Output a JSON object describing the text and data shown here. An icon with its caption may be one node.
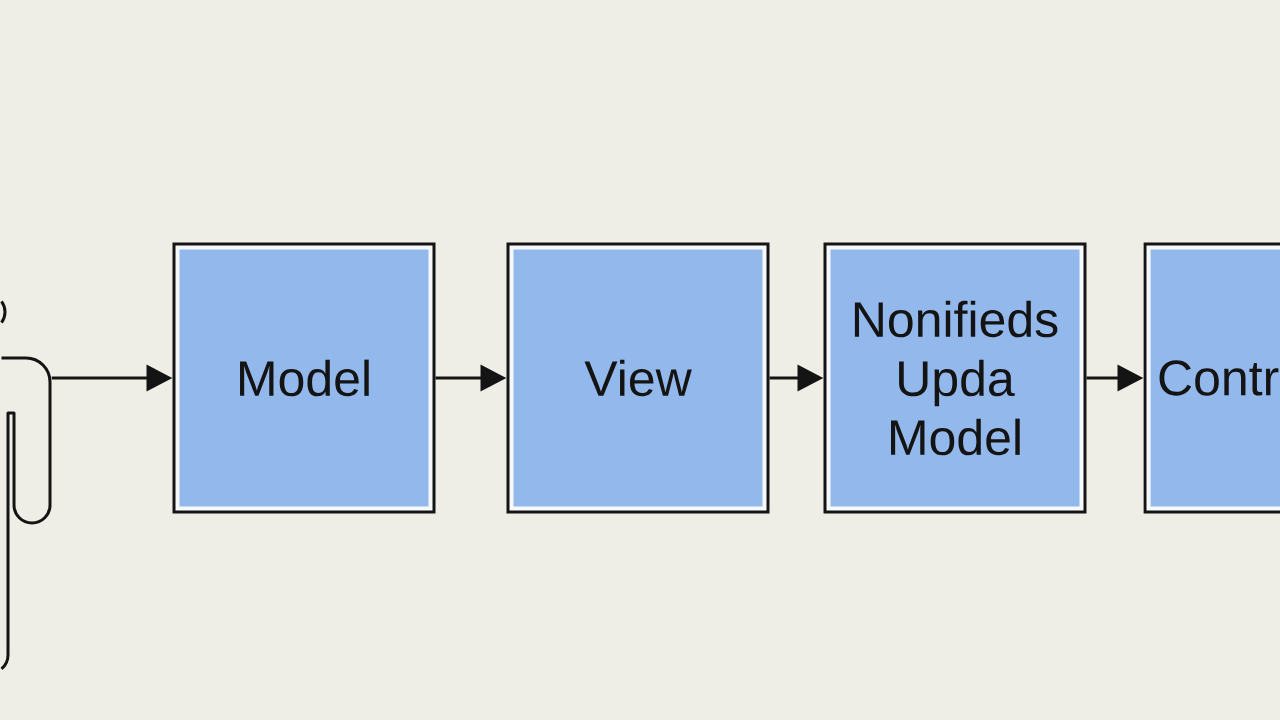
{
  "diagram": {
    "nodes": [
      {
        "text": [],
        "shape": "person"
      },
      {
        "text": [
          "Model"
        ]
      },
      {
        "text": [
          "View"
        ]
      },
      {
        "text": [
          "Nonifieds Upda Model"
        ]
      },
      {
        "text": [
          "Contr"
        ]
      }
    ],
    "edges": [
      {
        "from": 0,
        "to": 1,
        "arrow": "to"
      },
      {
        "from": 1,
        "to": 2,
        "arrow": "to"
      },
      {
        "from": 2,
        "to": 3,
        "arrow": "to"
      },
      {
        "from": 3,
        "to": 4,
        "arrow": "to"
      }
    ]
  }
}
